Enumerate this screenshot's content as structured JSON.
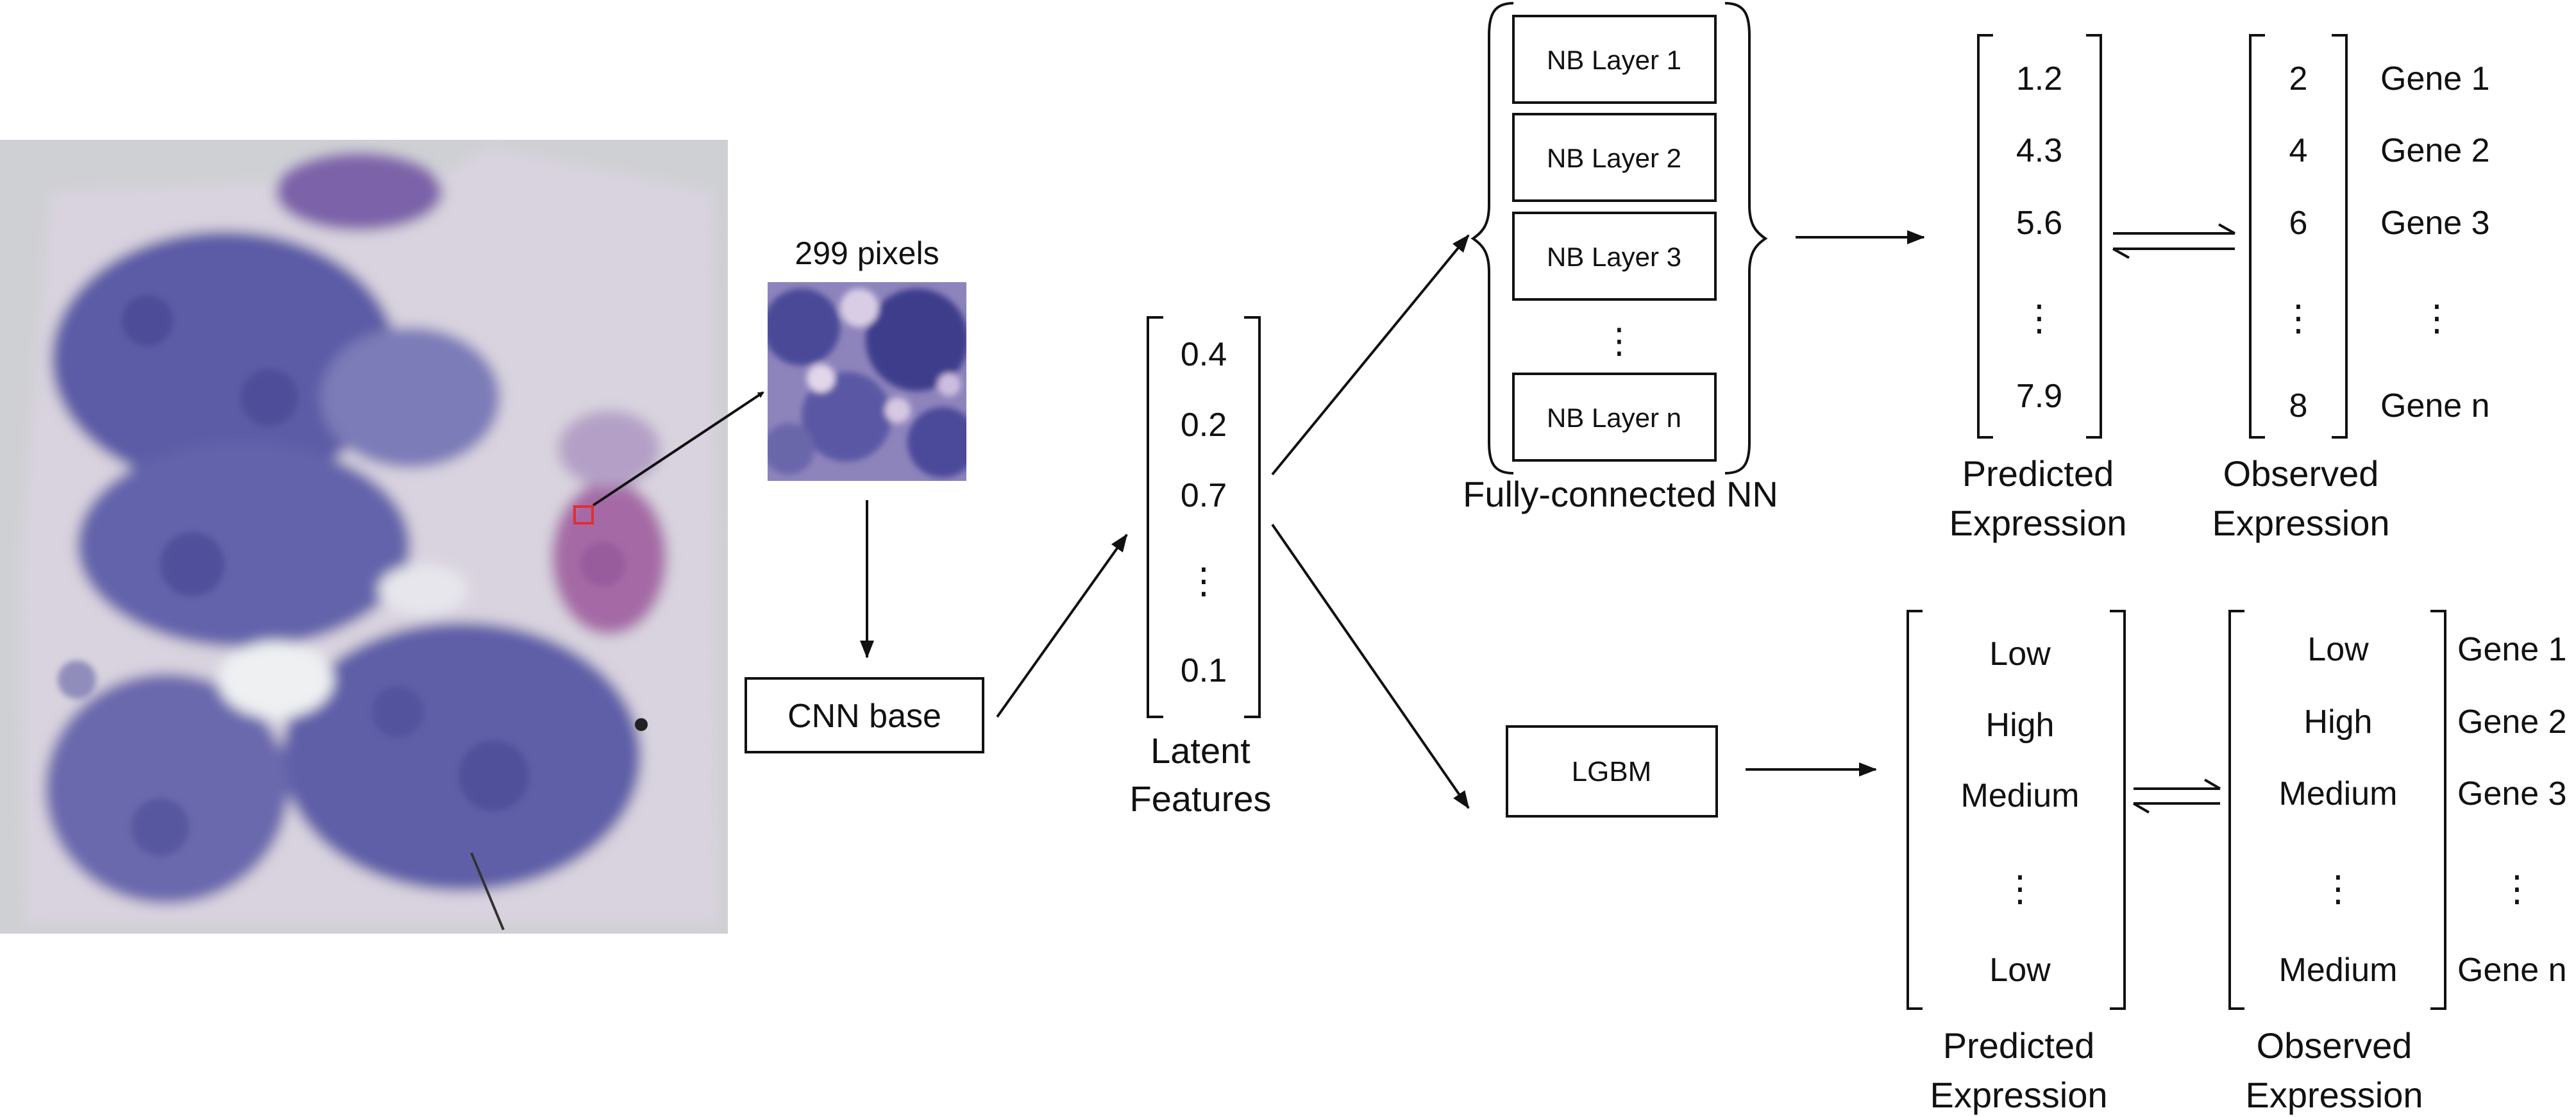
{
  "colors": {
    "ink": "#111111",
    "tissue_purple": "#5f5fa8",
    "tissue_pink": "#c98fb5",
    "highlight_box": "#e03030"
  },
  "patch": {
    "size_label": "299 pixels"
  },
  "cnn": {
    "label": "CNN base"
  },
  "latent": {
    "values": [
      "0.4",
      "0.2",
      "0.7",
      "⋮",
      "0.1"
    ],
    "caption": [
      "Latent",
      "Features"
    ]
  },
  "nn": {
    "layers": [
      "NB Layer 1",
      "NB Layer 2",
      "NB Layer 3",
      "NB Layer n"
    ],
    "ellipsis": "⋮",
    "caption": "Fully-connected NN"
  },
  "lgbm": {
    "label": "LGBM"
  },
  "top": {
    "predicted": [
      "1.2",
      "4.3",
      "5.6",
      "⋮",
      "7.9"
    ],
    "observed": [
      "2",
      "4",
      "6",
      "⋮",
      "8"
    ],
    "genes": [
      "Gene 1",
      "Gene 2",
      "Gene 3",
      "⋮",
      "Gene n"
    ],
    "pred_caption": [
      "Predicted",
      "Expression"
    ],
    "obs_caption": [
      "Observed",
      "Expression"
    ]
  },
  "bottom": {
    "predicted": [
      "Low",
      "High",
      "Medium",
      "⋮",
      "Low"
    ],
    "observed": [
      "Low",
      "High",
      "Medium",
      "⋮",
      "Medium"
    ],
    "genes": [
      "Gene 1",
      "Gene 2",
      "Gene 3",
      "⋮",
      "Gene n"
    ],
    "pred_caption": [
      "Predicted",
      "Expression"
    ],
    "obs_caption": [
      "Observed",
      "Expression"
    ]
  }
}
